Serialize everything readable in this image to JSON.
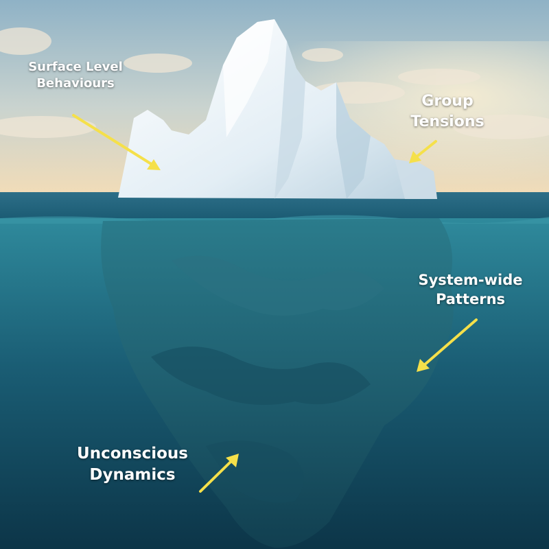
{
  "labels": {
    "surface": {
      "line1": "Surface Level",
      "line2": "Behaviours"
    },
    "group": {
      "line1": "Group",
      "line2": "Tensions"
    },
    "system": {
      "line1": "System-wide",
      "line2": "Patterns"
    },
    "unconscious": {
      "line1": "Unconscious",
      "line2": "Dynamics"
    }
  },
  "colors": {
    "arrow": "#f5e04a",
    "sky_top": "#8fb2c6",
    "sky_bottom": "#f1dcb8",
    "water_deep": "#0c3548",
    "ice": "#eaf3f8"
  }
}
